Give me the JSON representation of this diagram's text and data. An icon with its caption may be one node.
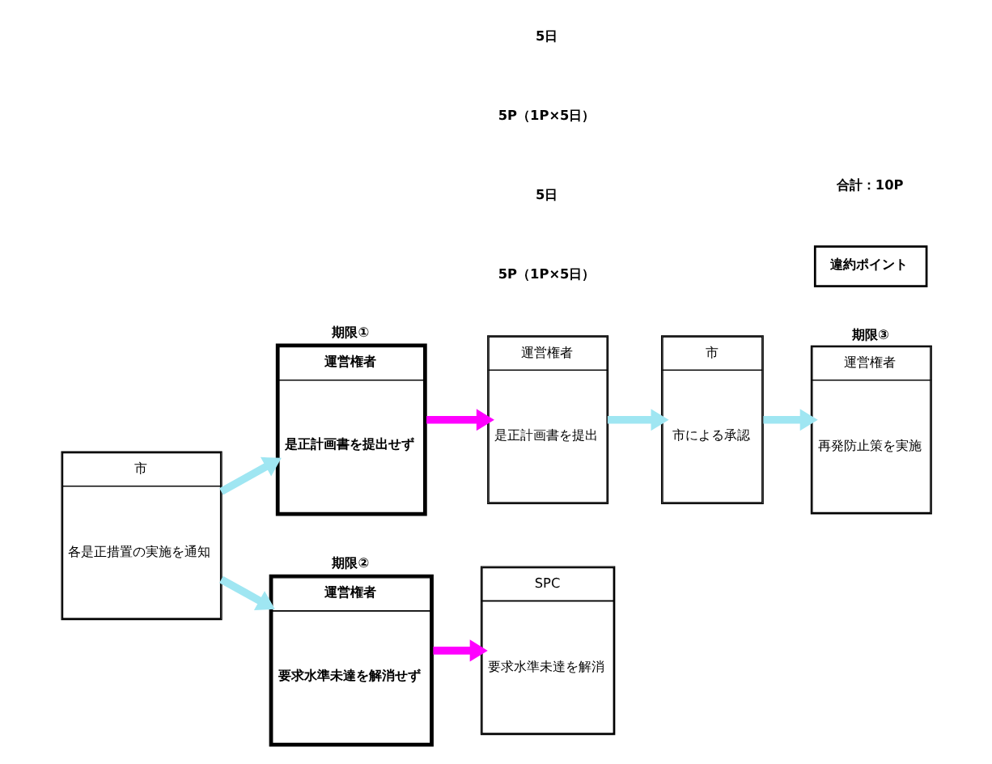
{
  "diagram": {
    "nodes": [
      {
        "text": [
          "市",
          "各是正措置の実施を通知"
        ]
      },
      {
        "text": [
          "運営権者",
          "是正計画書を提出せず"
        ],
        "beside": [
          "期限①"
        ]
      },
      {
        "text": [
          "運営権者",
          "是正計画書を提出"
        ]
      },
      {
        "text": [
          "市",
          "市による承認"
        ]
      },
      {
        "text": [
          "運営権者",
          "再発防止策を実施"
        ],
        "beside": [
          "期限③"
        ]
      },
      {
        "text": [
          "運営権者",
          "要求水準未達を解消せず"
        ],
        "beside": [
          "期限②"
        ]
      },
      {
        "text": [
          "SPC",
          "要求水準未達を解消"
        ]
      },
      {
        "text": [
          "違約ポイント"
        ]
      }
    ],
    "edges": [
      {
        "from": 0,
        "to": 1,
        "arrow": "to"
      },
      {
        "from": 1,
        "to": 2,
        "arrow": "to",
        "color": "#ff00ff"
      },
      {
        "from": 2,
        "to": 3,
        "arrow": "to"
      },
      {
        "from": 3,
        "to": 4,
        "arrow": "to"
      },
      {
        "from": 0,
        "to": 5,
        "arrow": "to"
      },
      {
        "from": 5,
        "to": 6,
        "arrow": "to",
        "color": "#ff00ff"
      }
    ],
    "labels": [
      "5P（1P×5日）",
      "5日",
      "合計：10P",
      "5P（1P×5日）",
      "5日"
    ]
  }
}
